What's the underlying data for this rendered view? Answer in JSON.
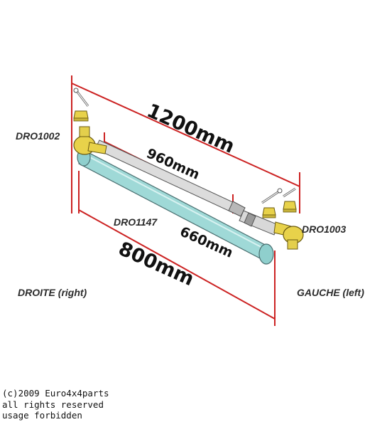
{
  "parts": {
    "left_ball_joint": "DRO1002",
    "right_ball_joint": "DRO1003",
    "tube": "DRO1147"
  },
  "dimensions": {
    "overall": "1200mm",
    "inner_rod": "960mm",
    "tube_inner": "660mm",
    "tube_overall": "800mm"
  },
  "sides": {
    "right_side": "DROITE (right)",
    "left_side": "GAUCHE (left)"
  },
  "copyright": {
    "line1": "(c)2009 Euro4x4parts",
    "line2": "all rights reserved",
    "line3": "usage forbidden"
  },
  "colors": {
    "dimension_line": "#cc2222",
    "tube_fill": "#9fd9d7",
    "rod_fill": "#dcdcdc",
    "ball_joint_fill": "#e8d24a"
  }
}
